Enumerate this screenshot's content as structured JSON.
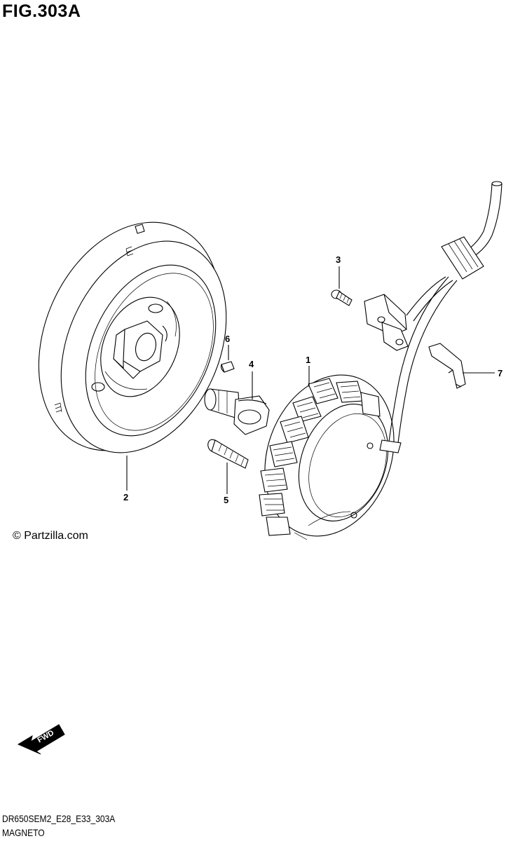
{
  "figure": {
    "title": "FIG.303A",
    "copyright": "© Partzilla.com",
    "code": "DR650SEM2_E28_E33_303A",
    "name": "MAGNETO",
    "fwd_label": "FWD"
  },
  "callouts": [
    {
      "id": "1",
      "label": "1",
      "part": "stator"
    },
    {
      "id": "2",
      "label": "2",
      "part": "rotor"
    },
    {
      "id": "3",
      "label": "3",
      "part": "screw"
    },
    {
      "id": "4",
      "label": "4",
      "part": "bolt"
    },
    {
      "id": "5",
      "label": "5",
      "part": "screw"
    },
    {
      "id": "6",
      "label": "6",
      "part": "key"
    },
    {
      "id": "7",
      "label": "7",
      "part": "clamp"
    }
  ]
}
